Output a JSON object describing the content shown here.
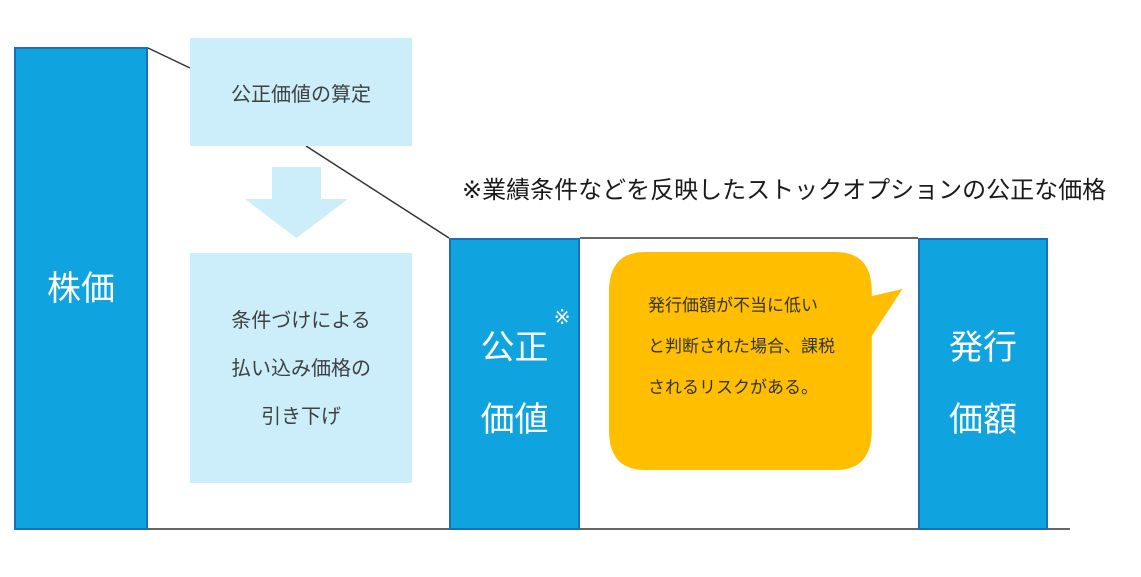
{
  "bars": {
    "stock_price": "株価",
    "fair_value_line1": "公正",
    "fair_value_line2": "価値",
    "fair_value_mark": "※",
    "issue_price_line1": "発行",
    "issue_price_line2": "価額"
  },
  "boxes": {
    "fair_value_calc": "公正価値の算定",
    "condition_line1": "条件づけによる",
    "condition_line2": "払い込み価格の",
    "condition_line3": "引き下げ"
  },
  "note": "※業績条件などを反映したストックオプションの公正な価格",
  "callout": {
    "line1": "発行価額が不当に低い",
    "line2": "と判断された場合、課税",
    "line3": "されるリスクがある。"
  },
  "colors": {
    "bar_fill": "#0fa3e0",
    "bar_border": "#1a6fb5",
    "light_box": "#cceefb",
    "callout_fill": "#ffbf00",
    "line": "#333333"
  }
}
